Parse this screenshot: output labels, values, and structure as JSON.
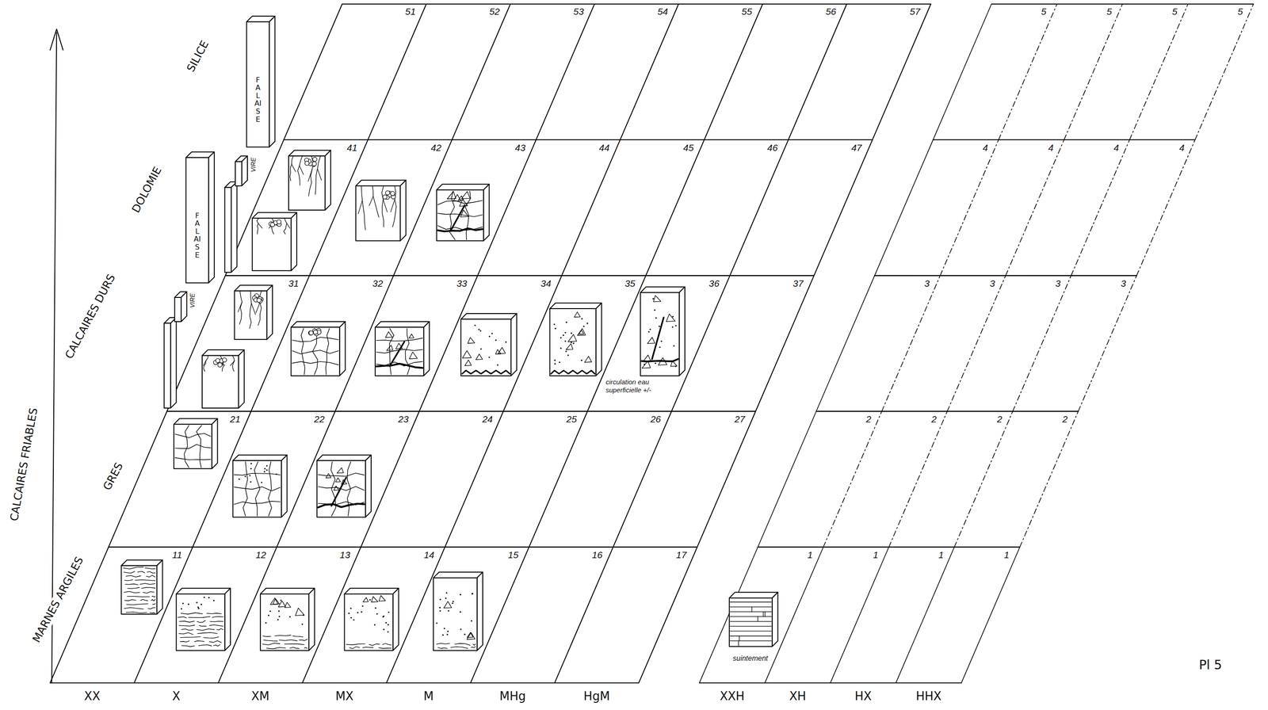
{
  "diagram": {
    "labels": [
      "SILICE",
      "DOLOMIE",
      "CALCAIRES DURS",
      "CALCAIRES FRIABLES",
      "GRES",
      "MARNES ARGILES",
      "51",
      "52",
      "53",
      "54",
      "55",
      "56",
      "57",
      "5",
      "5",
      "5",
      "5",
      "41",
      "42",
      "43",
      "44",
      "45",
      "46",
      "47",
      "4",
      "4",
      "4",
      "4",
      "31",
      "32",
      "33",
      "34",
      "35",
      "36",
      "37",
      "3",
      "3",
      "3",
      "3",
      "21",
      "22",
      "23",
      "24",
      "25",
      "26",
      "27",
      "2",
      "2",
      "2",
      "2",
      "11",
      "12",
      "13",
      "14",
      "15",
      "16",
      "17",
      "1",
      "1",
      "1",
      "1",
      "FALAISE",
      "VIRE",
      "FALAISE",
      "VIRE",
      "circulation eau superficielle +/-",
      "suintement",
      "XX",
      "X",
      "XM",
      "MX",
      "M",
      "MHg",
      "HgM",
      "XXH",
      "XH",
      "HX",
      "HHX",
      "Pl 5"
    ]
  }
}
